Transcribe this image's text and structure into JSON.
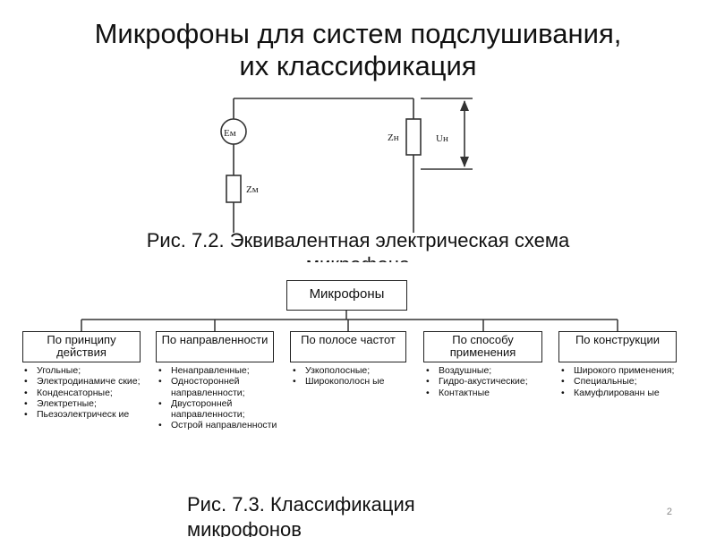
{
  "title": {
    "line1": "Микрофоны для систем подслушивания,",
    "line2": "их классификация"
  },
  "circuit": {
    "source_label": "Eм",
    "mic_impedance_label": "Zм",
    "load_impedance_label": "Zн",
    "voltage_label": "Uн"
  },
  "caption1": {
    "line1": "Рис. 7.2. Эквивалентная электрическая схема",
    "line2": "микрофона"
  },
  "classification": {
    "root": "Микрофоны",
    "categories": [
      {
        "label": "По принципу действия",
        "items": [
          "Угольные;",
          "Электродинамиче ские;",
          "Конденсаторные;",
          "Электретные;",
          "Пьезоэлектрическ ие"
        ]
      },
      {
        "label": "По направленности",
        "items": [
          "Ненаправленные;",
          "Односторонней направленности;",
          "Двусторонней направленности;",
          "Острой направленности"
        ]
      },
      {
        "label": "По полосе частот",
        "items": [
          "Узкополосные;",
          "Широкополосн ые"
        ]
      },
      {
        "label": "По способу применения",
        "items": [
          "Воздушные;",
          "Гидро-акустические;",
          "Контактные"
        ]
      },
      {
        "label": "По конструкции",
        "items": [
          "Широкого применения;",
          "Специальные;",
          "Камуфлированн ые"
        ]
      }
    ]
  },
  "caption2": {
    "line1": "Рис. 7.3. Классификация",
    "line2": "микрофонов"
  },
  "page_number": "2"
}
